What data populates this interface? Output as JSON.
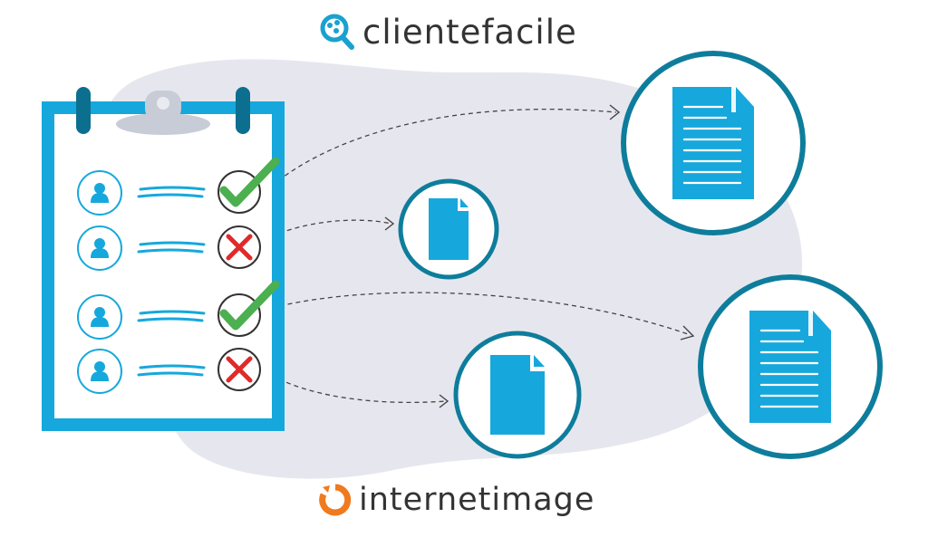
{
  "brands": {
    "top": {
      "name": "clientefacile",
      "icon": "magnifier-logo-icon",
      "color": "#1aa1cf"
    },
    "bottom": {
      "name": "internetimage",
      "icon": "ring-logo-icon",
      "color": "#f07a1e"
    }
  },
  "colors": {
    "accent": "#16a8dc",
    "ring": "#0e7d9c",
    "blob": "#e6e7ee",
    "check": "#4caf50",
    "cross": "#e02a2a"
  },
  "checklist": [
    {
      "status": "approved",
      "icon": "user-icon"
    },
    {
      "status": "rejected",
      "icon": "user-icon"
    },
    {
      "status": "approved",
      "icon": "user-icon"
    },
    {
      "status": "rejected",
      "icon": "user-icon"
    }
  ],
  "documents": [
    {
      "id": "doc-large-top",
      "icon": "document-icon"
    },
    {
      "id": "doc-small-top",
      "icon": "document-icon"
    },
    {
      "id": "doc-large-bottom",
      "icon": "document-icon"
    },
    {
      "id": "doc-small-bottom",
      "icon": "document-icon"
    }
  ]
}
